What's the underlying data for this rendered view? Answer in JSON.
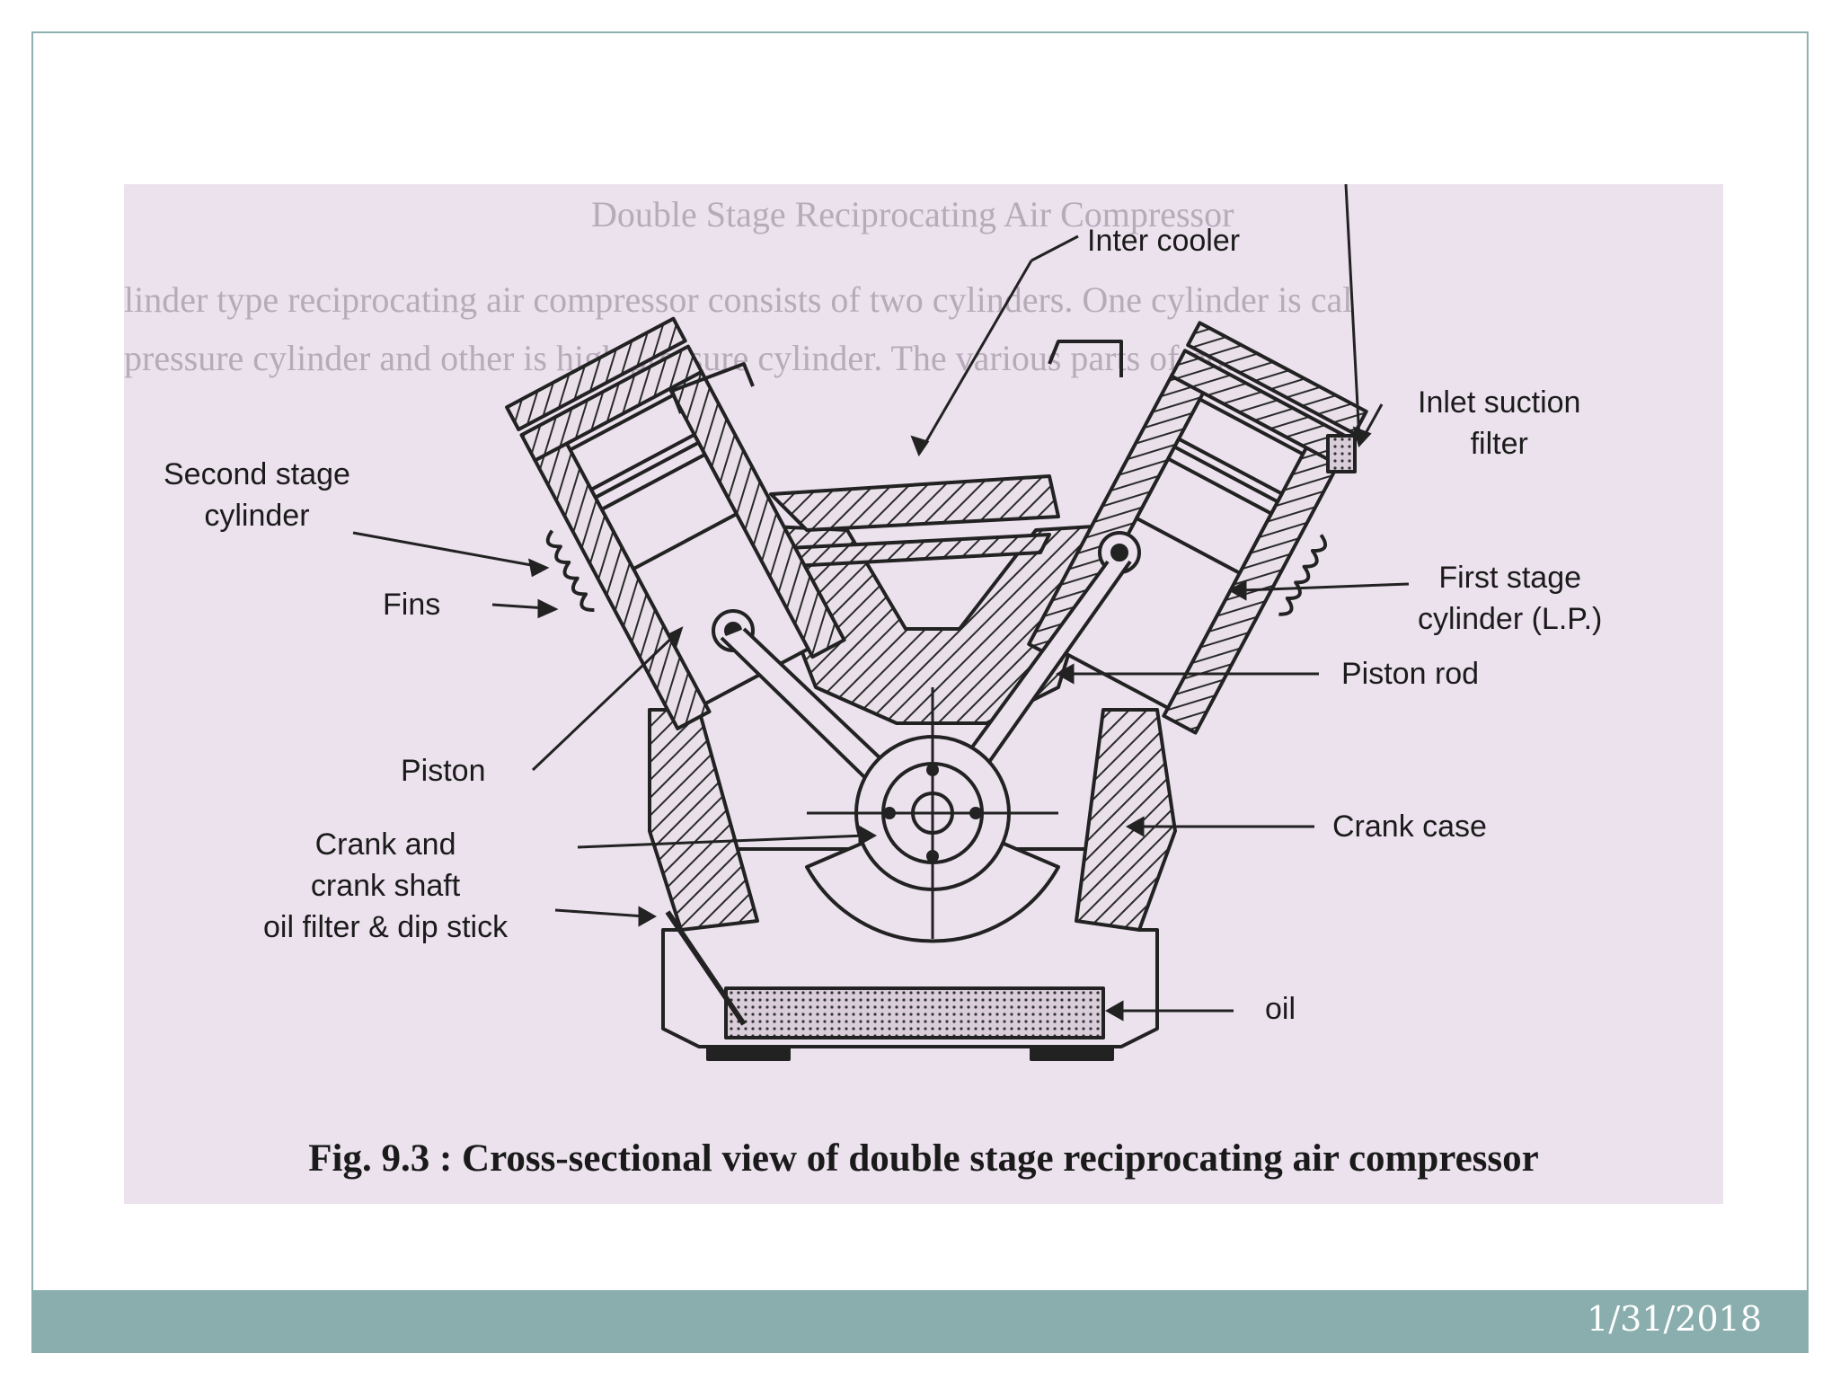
{
  "diagram": {
    "labels": {
      "inter_cooler": "Inter cooler",
      "inlet_suction_filter": "Inlet suction\nfilter",
      "second_stage_cylinder": "Second stage\ncylinder",
      "fins": "Fins",
      "first_stage_cylinder": "First stage\ncylinder (L.P.)",
      "piston_rod": "Piston rod",
      "piston": "Piston",
      "crank_case": "Crank case",
      "crank_and_shaft": "Crank and\ncrank shaft\noil filter & dip stick",
      "oil": "oil"
    },
    "caption": "Fig. 9.3 : Cross-sectional view of double stage reciprocating air compressor"
  },
  "footer": {
    "date": "1/31/2018"
  },
  "colors": {
    "footer_bar": "#8aaeae",
    "photo_background": "#ece2ee",
    "ink": "#1b1b1b"
  }
}
